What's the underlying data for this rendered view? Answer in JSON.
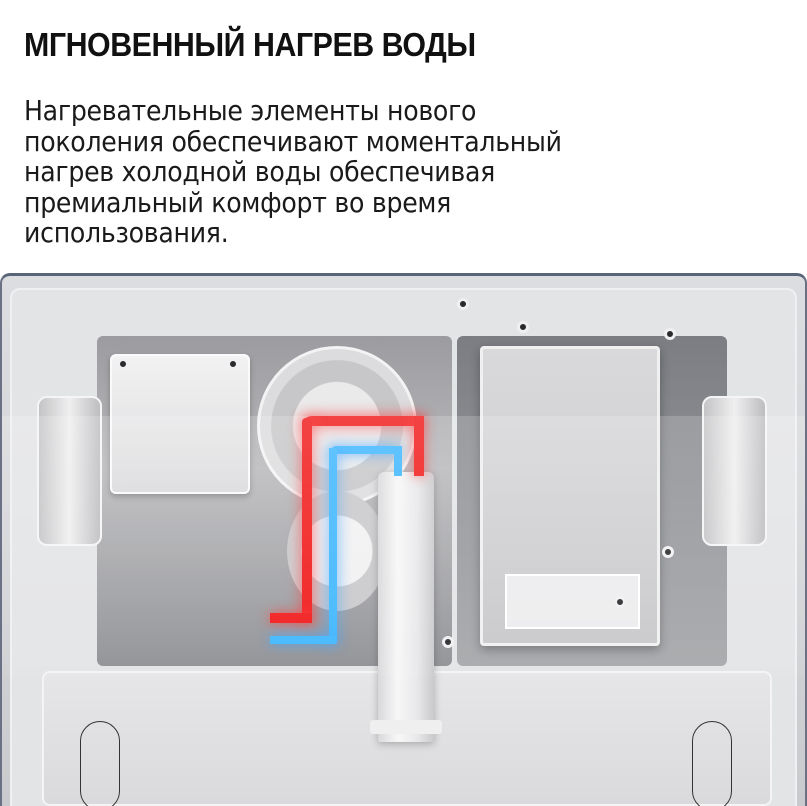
{
  "header": {
    "title": "МГНОВЕННЫЙ НАГРЕВ ВОДЫ",
    "description_lines": [
      "Нагревательные элементы нового",
      "поколения обеспечивают моментальный",
      "нагрев холодной воды обеспечивая",
      "премиальный комфорт во время",
      "использования."
    ]
  },
  "illustration": {
    "subject": "water-heater-internal-view",
    "hot_pipe_color": "#f11a1a",
    "cold_pipe_color": "#3fb7ff",
    "housing_color": "#dcdde0"
  }
}
